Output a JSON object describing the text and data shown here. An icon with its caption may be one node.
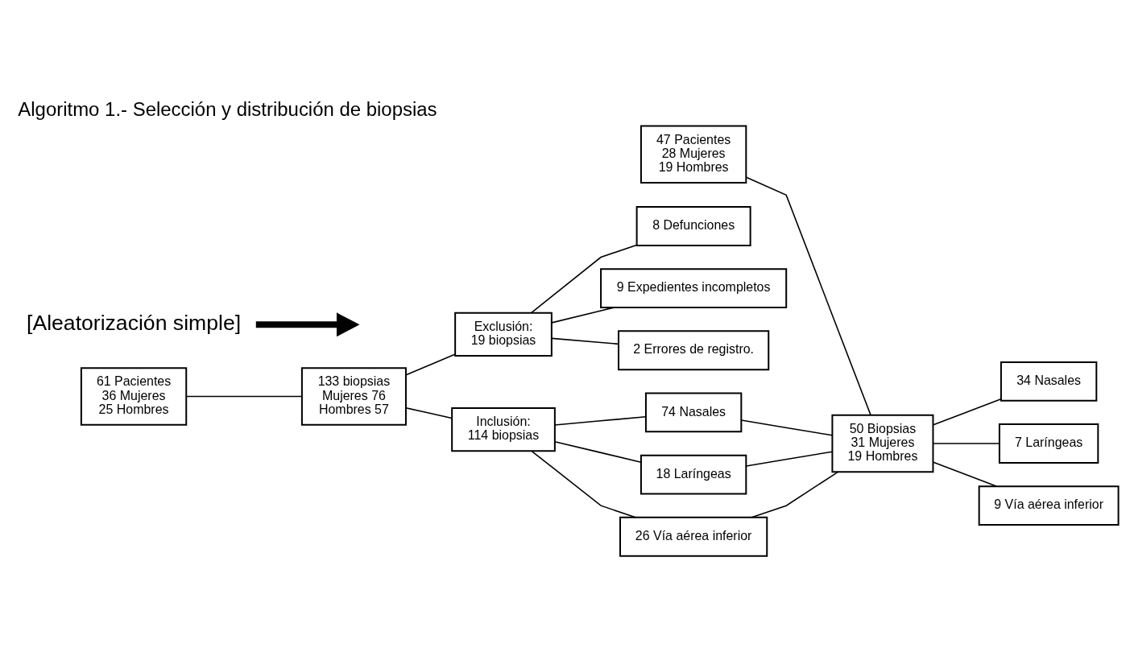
{
  "diagram": {
    "title": "Algoritmo 1.- Selección y distribución de biopsias",
    "nodes": [
      {
        "text": [
          "133 biopsias",
          "Mujeres 76",
          "Hombres 57"
        ]
      },
      {
        "text": [
          "61 Pacientes",
          "36 Mujeres",
          "25 Hombres"
        ]
      },
      {
        "text": [
          "Exclusión:",
          "19 biopsias"
        ]
      },
      {
        "text": [
          "Inclusión:",
          "114 biopsias"
        ]
      },
      {
        "text": [
          "8 Defunciones"
        ]
      },
      {
        "text": [
          "9 Expedientes incompletos"
        ]
      },
      {
        "text": [
          "2 Errores de registro."
        ]
      },
      {
        "text": [
          "74 Nasales"
        ]
      },
      {
        "text": [
          "18 Laríngeas"
        ]
      },
      {
        "text": [
          "26 Vía aérea inferior"
        ]
      },
      {
        "text": [
          "50 Biopsias",
          "31 Mujeres",
          "19 Hombres"
        ]
      },
      {
        "text": [
          "47 Pacientes",
          "28 Mujeres",
          "19 Hombres"
        ]
      },
      {
        "text": [
          "34 Nasales"
        ]
      },
      {
        "text": [
          "7 Laríngeas"
        ]
      },
      {
        "text": [
          "9 Vía aérea inferior"
        ]
      }
    ],
    "edges": [
      {
        "from": 1,
        "to": 0,
        "arrow": "none"
      },
      {
        "from": 0,
        "to": 2,
        "arrow": "none"
      },
      {
        "from": 0,
        "to": 3,
        "arrow": "none"
      },
      {
        "from": 2,
        "to": 4,
        "arrow": "none"
      },
      {
        "from": 2,
        "to": 5,
        "arrow": "none"
      },
      {
        "from": 2,
        "to": 6,
        "arrow": "none"
      },
      {
        "from": 3,
        "to": 7,
        "arrow": "none"
      },
      {
        "from": 3,
        "to": 8,
        "arrow": "none"
      },
      {
        "from": 3,
        "to": 9,
        "arrow": "none"
      },
      {
        "from": 7,
        "to": 10,
        "arrow": "none"
      },
      {
        "from": 8,
        "to": 10,
        "arrow": "none"
      },
      {
        "from": 9,
        "to": 10,
        "arrow": "none"
      },
      {
        "from": 11,
        "to": 10,
        "arrow": "none"
      },
      {
        "from": 10,
        "to": 12,
        "arrow": "none"
      },
      {
        "from": 10,
        "to": 13,
        "arrow": "none"
      },
      {
        "from": 10,
        "to": 14,
        "arrow": "none"
      }
    ],
    "labels": [
      "[Aleatorización simple]"
    ]
  }
}
